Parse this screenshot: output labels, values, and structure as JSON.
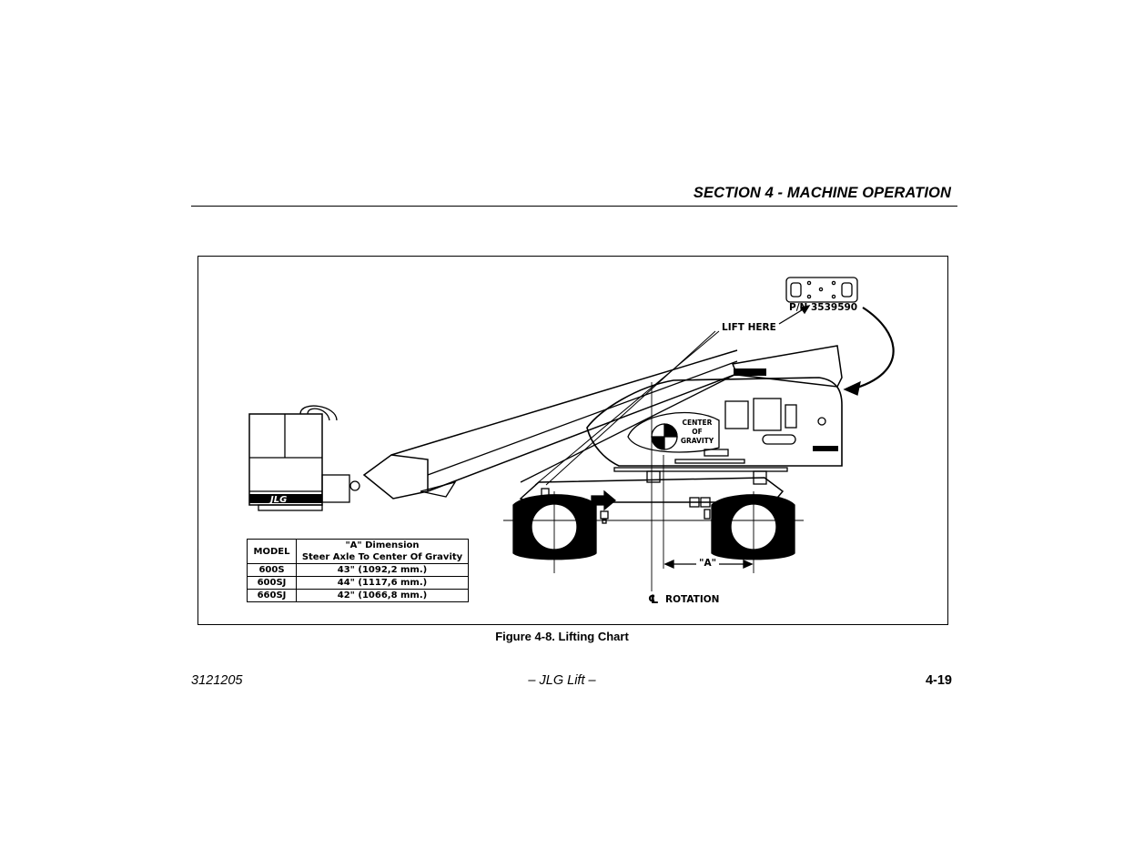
{
  "header": {
    "section_title": "SECTION 4 - MACHINE OPERATION"
  },
  "figure": {
    "caption": "Figure 4-8. Lifting Chart",
    "part_number": "P/N 3539590",
    "lift_here": "LIFT HERE",
    "center_of_gravity": [
      "CENTER",
      "OF",
      "GRAVITY"
    ],
    "a_label": "\"A\"",
    "rotation_symbol": "℄",
    "rotation_label": "ROTATION",
    "brand_logo": "JLG",
    "table": {
      "col_model": "MODEL",
      "col_dim_line1": "\"A\" Dimension",
      "col_dim_line2": "Steer Axle To Center Of Gravity",
      "rows": [
        {
          "model": "600S",
          "dimension": "43\" (1092,2 mm.)"
        },
        {
          "model": "600SJ",
          "dimension": "44\" (1117,6 mm.)"
        },
        {
          "model": "660SJ",
          "dimension": "42\" (1066,8 mm.)"
        }
      ]
    }
  },
  "footer": {
    "doc_number": "3121205",
    "center": "– JLG Lift –",
    "page_number": "4-19"
  }
}
